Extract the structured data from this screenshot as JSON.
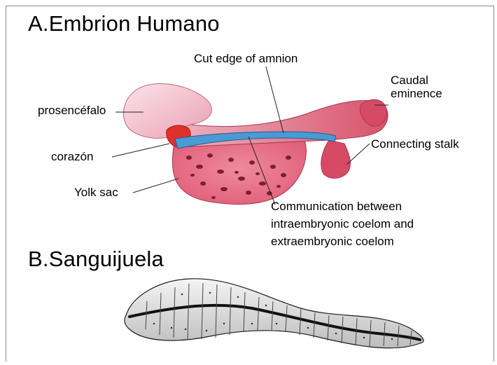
{
  "figure": {
    "title_a": "A.Embrion Humano",
    "title_b": "B.Sanguijuela",
    "labels": {
      "cut_edge": "Cut edge of amnion",
      "caudal_line1": "Caudal",
      "caudal_line2": "eminence",
      "prosencefalo": "prosencéfalo",
      "corazon": "corazón",
      "connecting_stalk": "Connecting stalk",
      "yolk_sac": "Yolk sac",
      "comm_line1": "Communication between",
      "comm_line2": "intraembryonic coelom and",
      "comm_line3": "extraembryonic coelom"
    }
  },
  "colors": {
    "embryo_pink": "#f2b6c4",
    "embryo_rose": "#d9506a",
    "yolk_sac": "#e06a80",
    "coelom_blue": "#4a9ad4",
    "heart_red": "#e0302a",
    "leech_gray": "#cfcfcf"
  }
}
